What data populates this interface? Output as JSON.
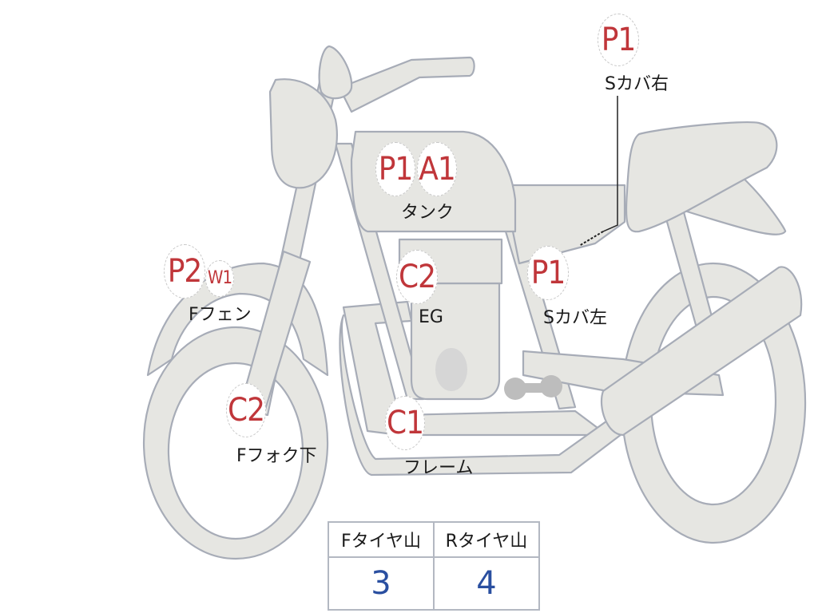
{
  "diagram": {
    "subject": "motorcycle inspection map",
    "colors": {
      "body_fill": "#e6e6e2",
      "outline": "#a7acb7",
      "grade_code": "#c0363a",
      "label": "#1a1a1a",
      "tire_value": "#2a4fa0"
    },
    "markers": [
      {
        "id": "seat-cover-right",
        "codes": [
          "P1"
        ],
        "label": "Sカバ右"
      },
      {
        "id": "tank",
        "codes": [
          "P1",
          "A1"
        ],
        "label": "タンク"
      },
      {
        "id": "front-fender",
        "codes": [
          "P2",
          "W1"
        ],
        "label": "Fフェン"
      },
      {
        "id": "engine",
        "codes": [
          "C2"
        ],
        "label": "EG"
      },
      {
        "id": "seat-cover-left",
        "codes": [
          "P1"
        ],
        "label": "Sカバ左"
      },
      {
        "id": "front-fork-lower",
        "codes": [
          "C2"
        ],
        "label": "Fフォク下"
      },
      {
        "id": "frame",
        "codes": [
          "C1"
        ],
        "label": "フレーム"
      }
    ]
  },
  "tire_table": {
    "headers": [
      "Fタイヤ山",
      "Rタイヤ山"
    ],
    "values": [
      "3",
      "4"
    ]
  }
}
